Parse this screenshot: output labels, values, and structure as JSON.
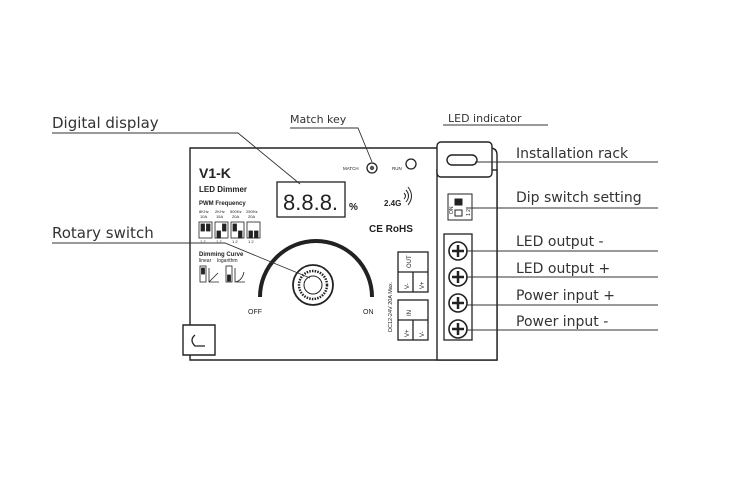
{
  "callouts": {
    "digital_display": "Digital display",
    "rotary_switch": "Rotary switch",
    "match_key": "Match key",
    "led_indicator": "LED indicator",
    "installation_rack": "Installation rack",
    "dip_switch_setting": "Dip switch setting",
    "led_output_minus": "LED output -",
    "led_output_plus": "LED output +",
    "power_input_plus": "Power input +",
    "power_input_minus": "Power input -"
  },
  "device": {
    "model": "V1-K",
    "subtitle": "LED Dimmer",
    "display_digits": "8.8.8.",
    "percent": "%",
    "match_label": "MATCH",
    "run_label": "RUN",
    "wireless": "2.4G",
    "cert": "CE RoHS",
    "pwm_title": "PWM Frequency",
    "pwm_options": [
      {
        "freq": "8KHz",
        "current": "10A"
      },
      {
        "freq": "2KHz",
        "current": "15A"
      },
      {
        "freq": "500Hz",
        "current": "20A"
      },
      {
        "freq": "250Hz",
        "current": "20A"
      }
    ],
    "dip_numbers": "1 2",
    "curve_title": "Dimming Curve",
    "curve_linear": "linear",
    "curve_log": "logarithm",
    "off_label": "OFF",
    "on_label": "ON",
    "spec_label": "DC12-24V 20A Max.",
    "out_label": "OUT",
    "in_label": "IN",
    "v_minus": "V-",
    "v_plus": "V+",
    "dip_block_on": "ON",
    "dip_block_nums": "1 2"
  }
}
